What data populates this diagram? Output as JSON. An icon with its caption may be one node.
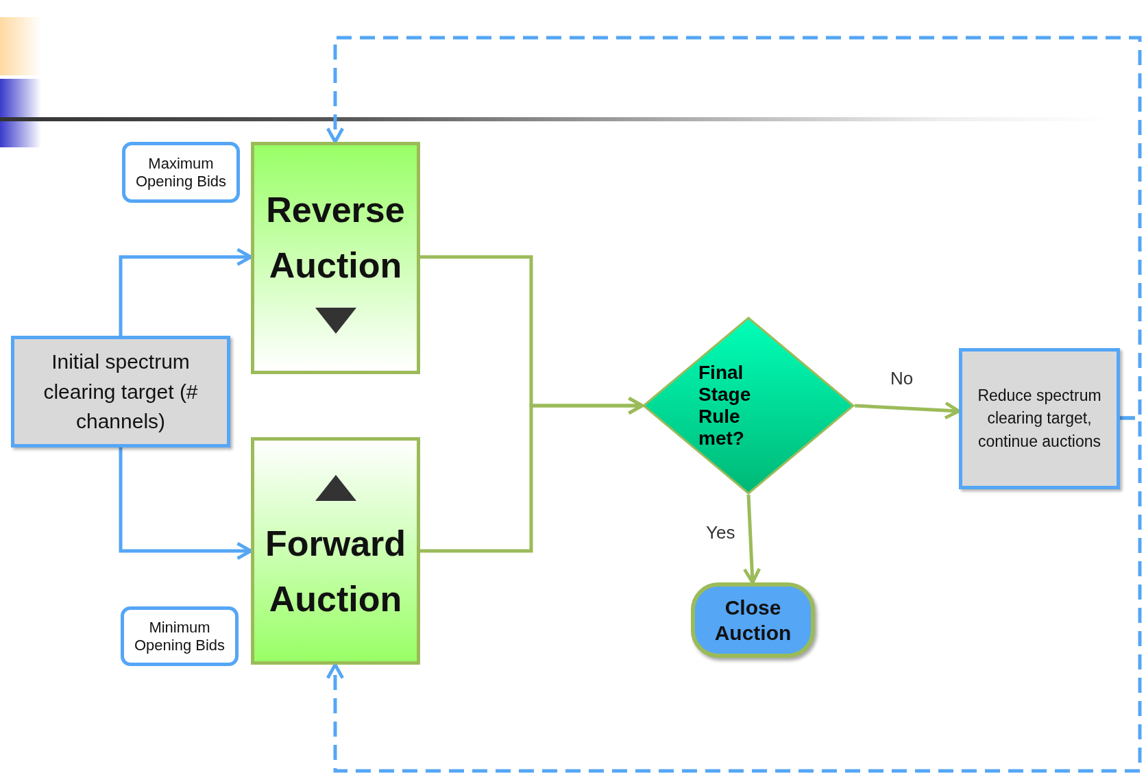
{
  "diagram": {
    "nodes": [
      {
        "text": [
          "Maximum Opening Bids"
        ]
      },
      {
        "text": [
          "Reverse Auction"
        ]
      },
      {
        "text": [
          "Initial spectrum clearing target (# channels)"
        ]
      },
      {
        "text": [
          "Forward Auction"
        ]
      },
      {
        "text": [
          "Minimum Opening Bids"
        ]
      },
      {
        "text": [
          "Final Stage Rule met?"
        ]
      },
      {
        "text": [
          "Reduce spectrum clearing target, continue auctions"
        ]
      },
      {
        "text": [
          "Close Auction"
        ]
      }
    ],
    "edges": [
      {
        "from": 2,
        "to": 1,
        "arrow": "to",
        "color": "#55a6f5"
      },
      {
        "from": 2,
        "to": 3,
        "arrow": "to",
        "color": "#55a6f5"
      },
      {
        "from": 1,
        "to": 5,
        "arrow": "to",
        "color": "#9bbb59"
      },
      {
        "from": 3,
        "to": 5,
        "arrow": "to",
        "color": "#9bbb59"
      },
      {
        "from": 5,
        "to": 6,
        "arrow": "to",
        "label": "No",
        "color": "#9bbb59"
      },
      {
        "from": 5,
        "to": 7,
        "arrow": "to",
        "label": "Yes",
        "color": "#9bbb59"
      },
      {
        "from": 6,
        "to": 1,
        "arrow": "to",
        "style": "dashed",
        "color": "#55a6f5"
      },
      {
        "from": 6,
        "to": 3,
        "arrow": "to",
        "style": "dashed",
        "color": "#55a6f5"
      }
    ]
  }
}
